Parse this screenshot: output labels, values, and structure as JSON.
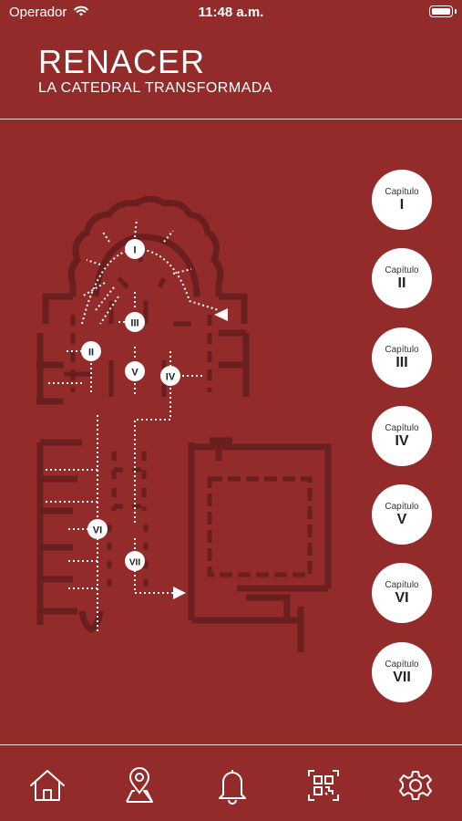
{
  "status_bar": {
    "carrier": "Operador",
    "time": "11:48 a.m.",
    "wifi_icon": "wifi-icon",
    "battery_icon": "battery-icon",
    "battery_level": 1.0
  },
  "header": {
    "title": "RENACER",
    "subtitle": "LA CATEDRAL TRANSFORMADA"
  },
  "map": {
    "markers": [
      "I",
      "II",
      "III",
      "IV",
      "V",
      "VI",
      "VII"
    ]
  },
  "chapters": [
    {
      "label": "Capítulo",
      "number": "I"
    },
    {
      "label": "Capítulo",
      "number": "II"
    },
    {
      "label": "Capítulo",
      "number": "III"
    },
    {
      "label": "Capítulo",
      "number": "IV"
    },
    {
      "label": "Capítulo",
      "number": "V"
    },
    {
      "label": "Capítulo",
      "number": "VI"
    },
    {
      "label": "Capítulo",
      "number": "VII"
    }
  ],
  "tab_bar": {
    "items": [
      "home-icon",
      "map-pin-icon",
      "bell-icon",
      "qr-code-icon",
      "gear-icon"
    ]
  },
  "colors": {
    "background": "#932b2b",
    "floor_plan": "#6e1f1f",
    "text": "#ffffff"
  }
}
